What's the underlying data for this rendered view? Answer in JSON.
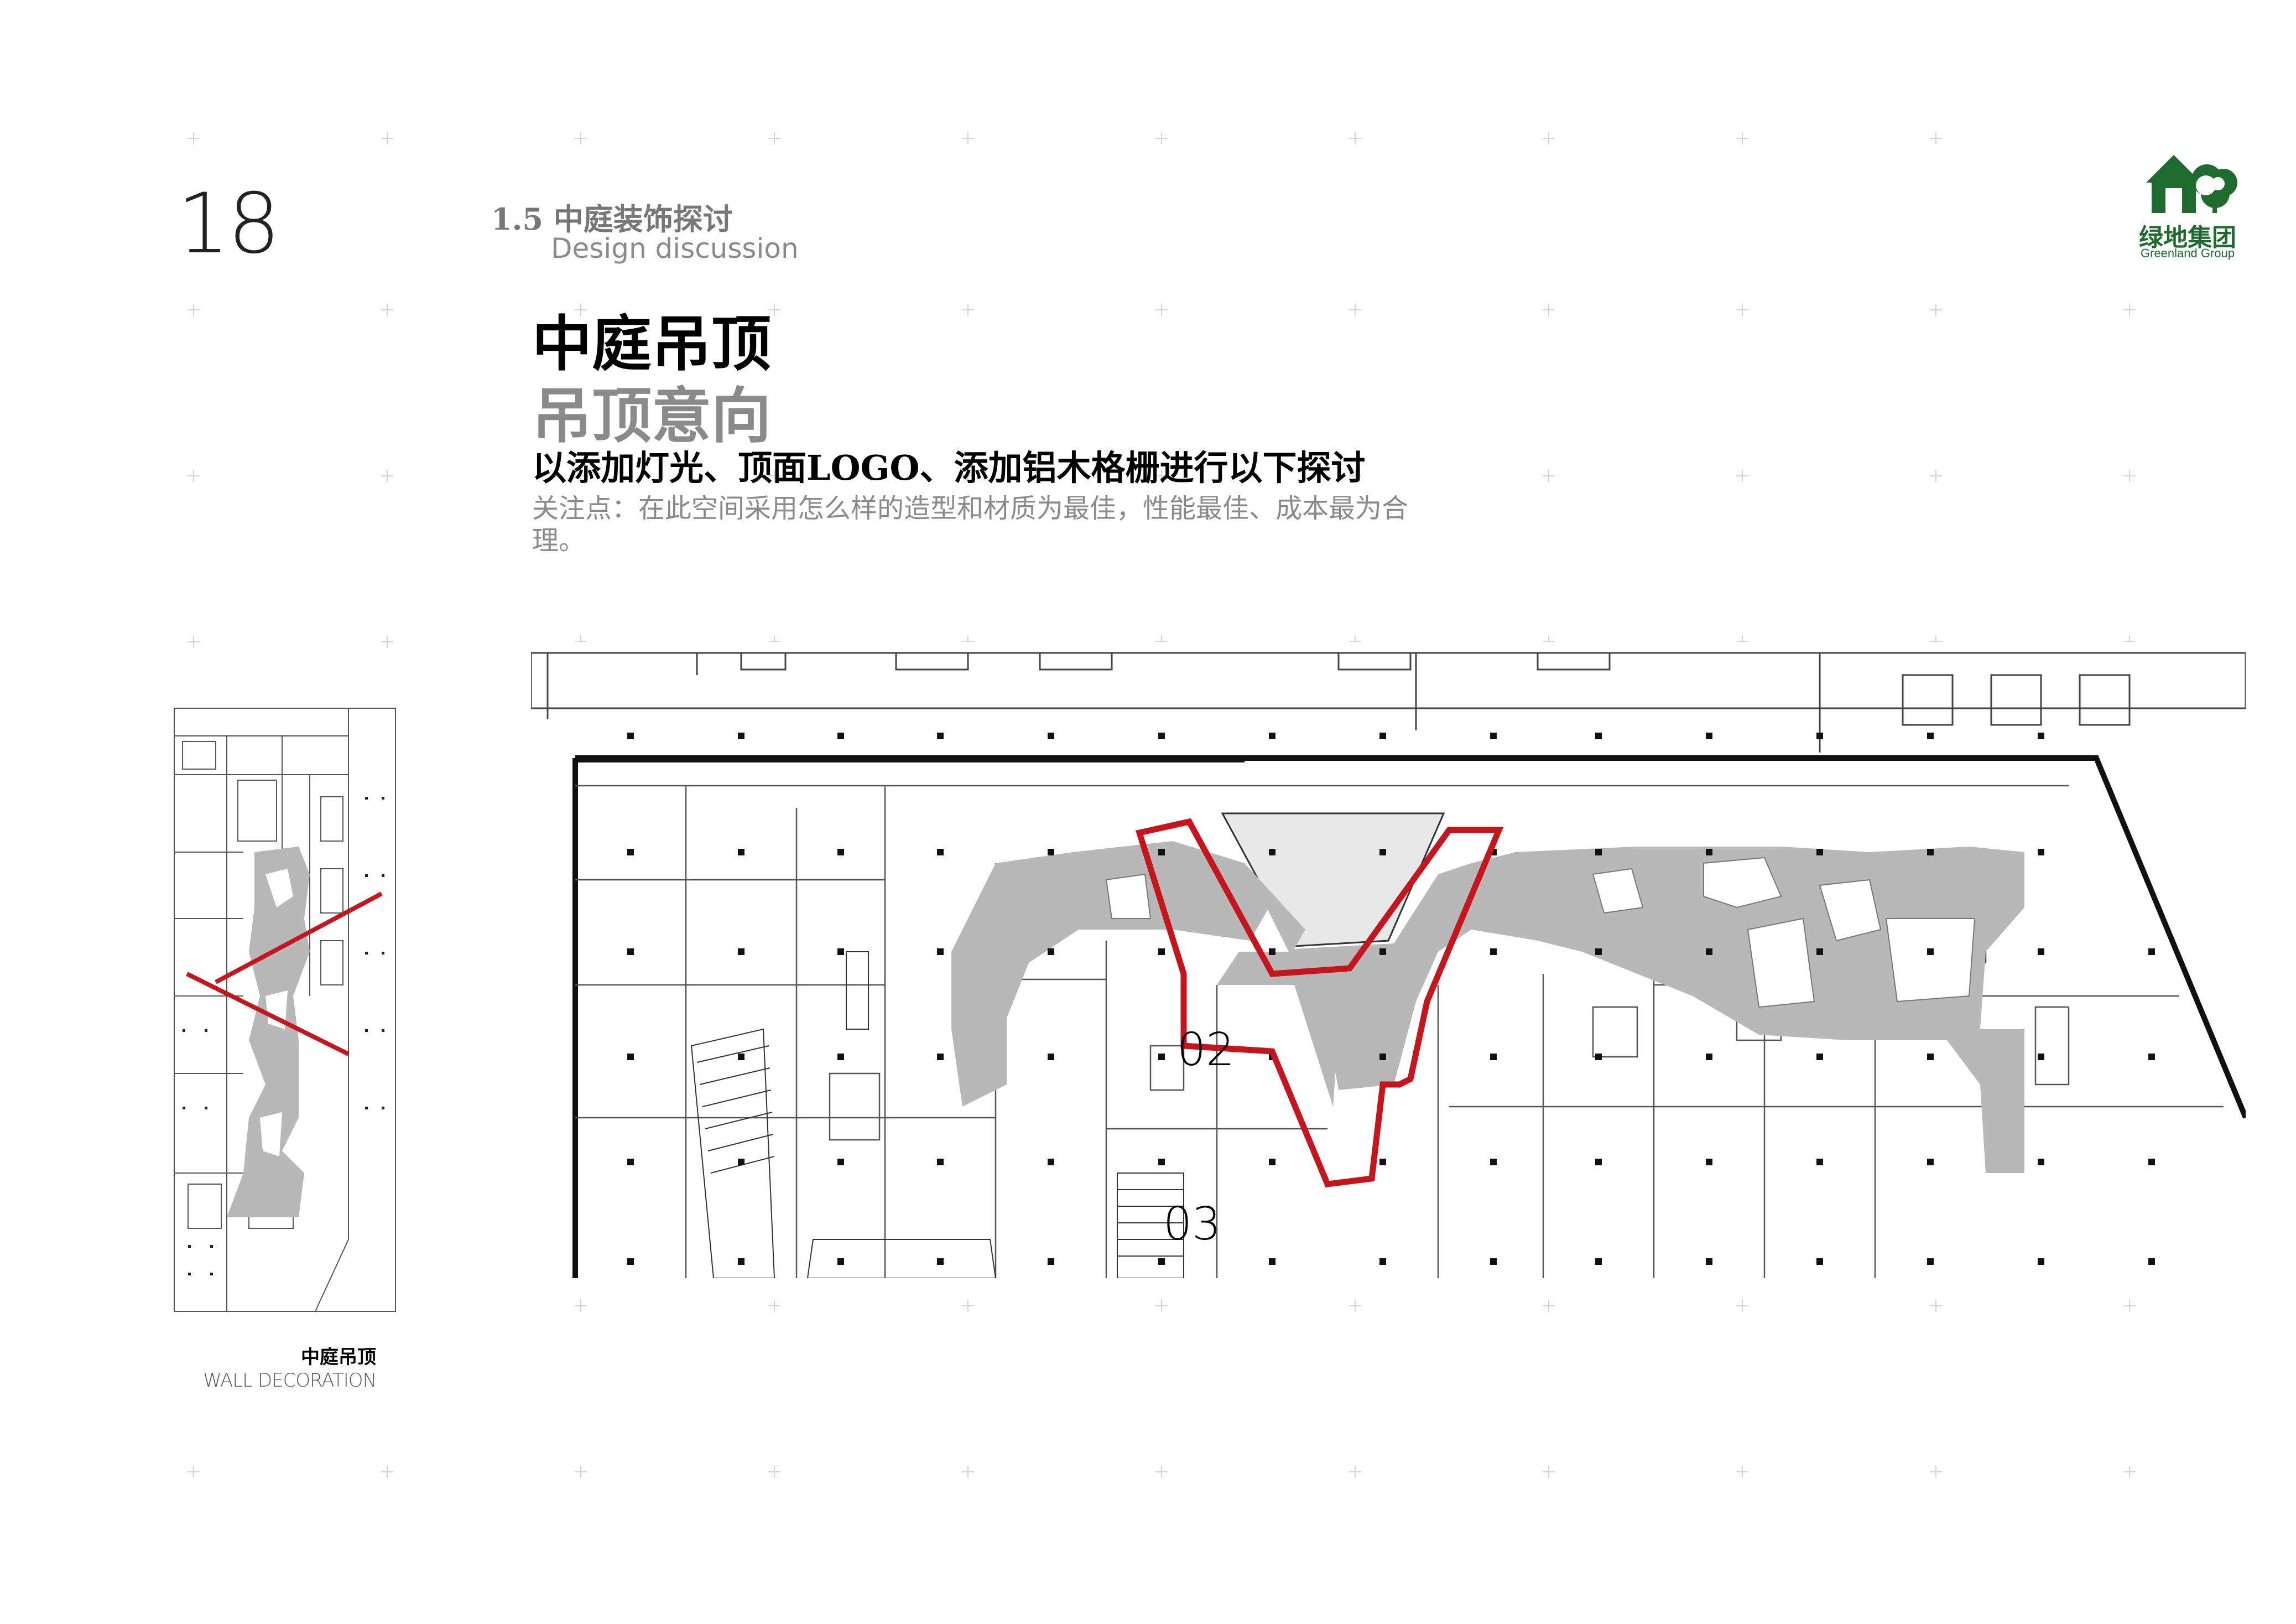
{
  "page": {
    "number": "18",
    "section_title": "1.5 中庭装饰探讨",
    "section_subtitle": "Design discussion"
  },
  "content": {
    "main_title": "中庭吊顶",
    "sub_title": "吊顶意向",
    "topic": "以添加灯光、顶面LOGO、添加铝木格栅进行以下探讨",
    "note": "关注点：在此空间采用怎么样的造型和材质为最佳，性能最佳、成本最为合理。"
  },
  "logo": {
    "name_cn": "绿地集团",
    "name_en": "Greenland Group",
    "icon": "greenland-house-tree-icon",
    "color": "#1f6b2f"
  },
  "thumbnail": {
    "label_cn": "中庭吊顶",
    "label_en": "WALL DECORATION"
  },
  "plan": {
    "zones": [
      {
        "label": "02"
      },
      {
        "label": "03"
      }
    ],
    "highlight_color": "#c4161c",
    "corridor_color": "#b8b8b8"
  }
}
